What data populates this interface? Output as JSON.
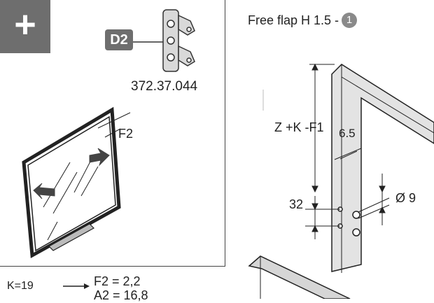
{
  "panel": {
    "plus_symbol": "+",
    "connector_label": "D2",
    "part_number": "372.37.044",
    "gap_label": "F2",
    "k_label": "K=19",
    "f2_value": "F2 =  2,2",
    "a2_value": "A2 = 16,8"
  },
  "diagram": {
    "title": "Free flap H 1.5 -",
    "badge": "1",
    "height_label": "Z +K -F1",
    "edge_dim": "6.5",
    "spacing_dim": "32",
    "hole_dim": "Ø 9"
  }
}
